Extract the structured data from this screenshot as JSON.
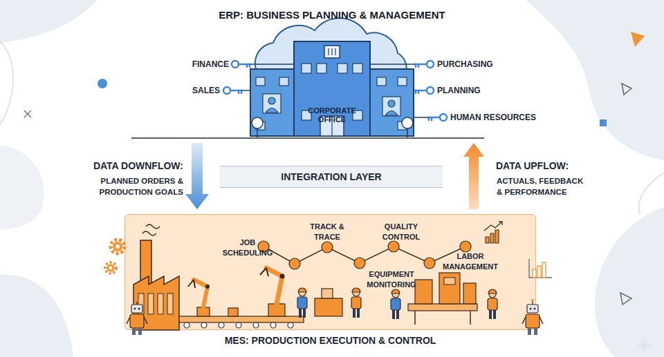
{
  "diagram": {
    "title": "ERP: BUSINESS PLANNING & MANAGEMENT",
    "nodes": [
      {
        "text": [
          "CORPORATE OFFICE"
        ]
      },
      {
        "text": [
          "INTEGRATION LAYER"
        ]
      },
      {
        "text": [
          "MES: PRODUCTION EXECUTION & CONTROL"
        ]
      }
    ],
    "edges": [
      {
        "from": 0,
        "to": 2,
        "arrow": "to",
        "label": "DATA DOWNFLOW:"
      },
      {
        "from": 2,
        "to": 0,
        "arrow": "to",
        "label": "DATA UPFLOW:"
      }
    ],
    "labels": [
      "FINANCE",
      "SALES",
      "PURCHASING",
      "PLANNING",
      "HUMAN RESOURCES",
      "PLANNED ORDERS & PRODUCTION GOALS",
      "ACTUALS, FEEDBACK & PERFORMANCE",
      "JOB SCHEDULING",
      "TRACK & TRACE",
      "QUALITY CONTROL",
      "EQUIPMENT MONITORING",
      "LABOR MANAGEMENT"
    ]
  }
}
